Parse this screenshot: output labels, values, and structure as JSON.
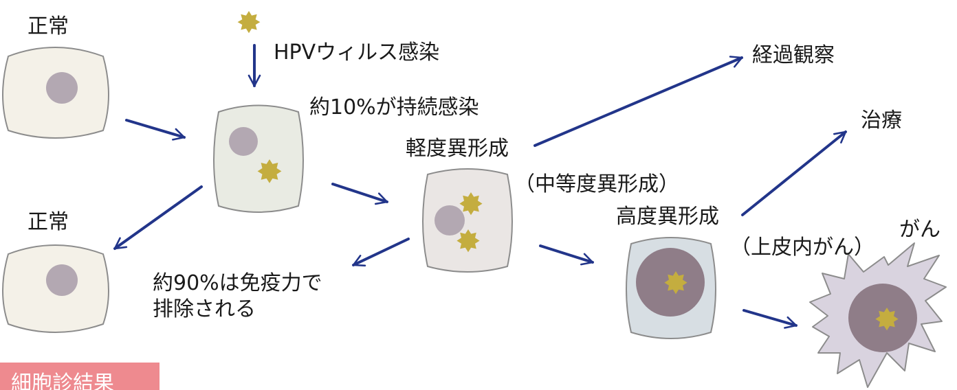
{
  "labels": {
    "normal_top": "正常",
    "normal_bottom": "正常",
    "hpv_infection": "HPVウィルス感染",
    "persistent": "約10%が持続感染",
    "mild": "軽度異形成",
    "moderate": "（中等度異形成）",
    "severe": "高度異形成",
    "cis": "（上皮内がん）",
    "cancer": "がん",
    "observation": "経過観察",
    "treatment": "治療",
    "cleared_line1": "約90%は免疫力で",
    "cleared_line2": "排除される",
    "result_badge": "細胞診結果"
  },
  "colors": {
    "arrow": "#22358a",
    "normal_cell_fill": "#f4f1e8",
    "infected_cell_fill": "#e9ebe3",
    "mild_cell_fill": "#eae6e4",
    "severe_cell_fill": "#d7dee3",
    "cancer_cell_fill": "#d9d3df",
    "cell_outline": "#8c8c8c",
    "nucleus_light": "#b3a8b2",
    "nucleus_dark": "#8f7d88",
    "virus": "#c4ad3f",
    "badge": "#ee8a8f"
  },
  "icons": [
    "virus-icon",
    "cell-icon",
    "arrow-icon"
  ]
}
